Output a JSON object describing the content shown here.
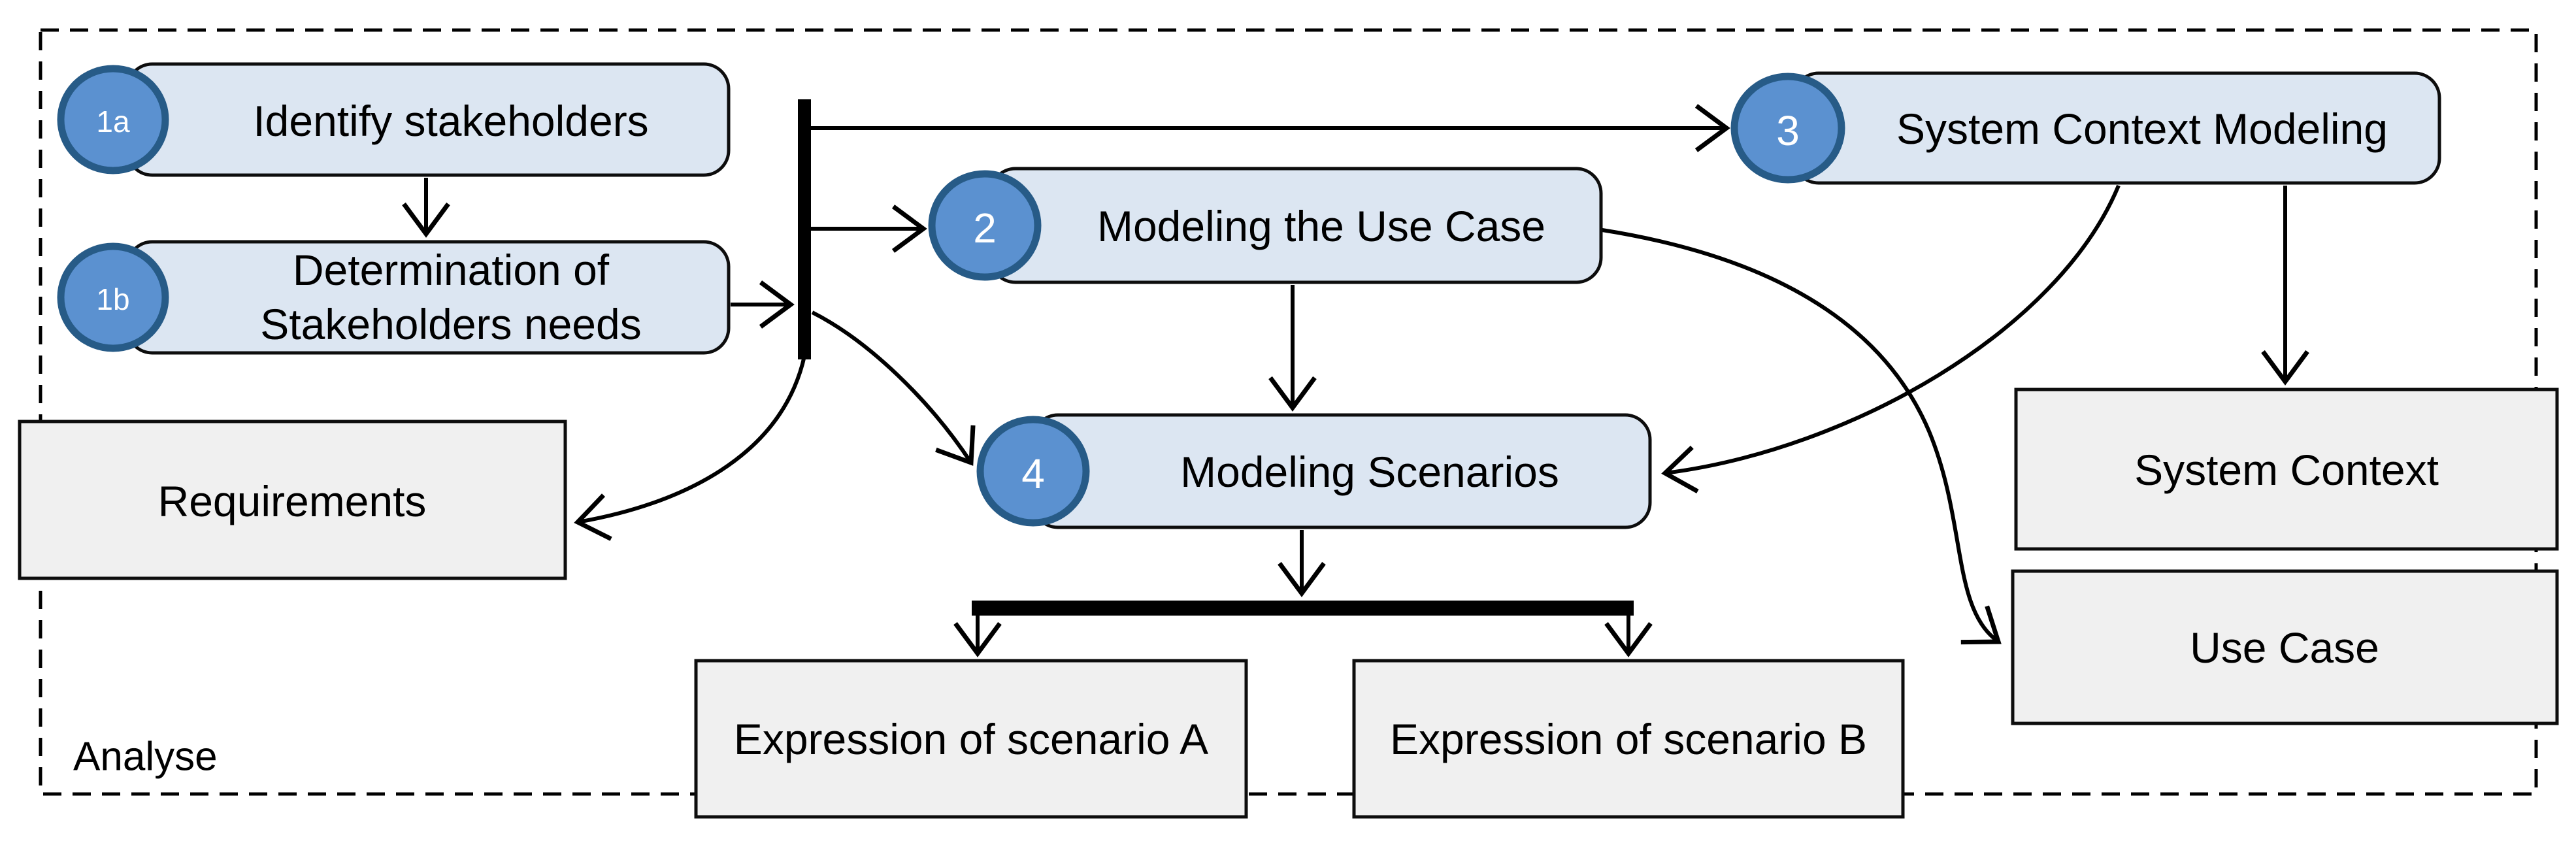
{
  "diagram": {
    "region_label": "Analyse",
    "steps": [
      {
        "id": "1a",
        "label": "Identify stakeholders"
      },
      {
        "id": "1b",
        "label_line1": "Determination of",
        "label_line2": "Stakeholders needs"
      },
      {
        "id": "2",
        "label": "Modeling the Use Case"
      },
      {
        "id": "3",
        "label": "System Context Modeling"
      },
      {
        "id": "4",
        "label": "Modeling Scenarios"
      }
    ],
    "artifacts": [
      {
        "id": "requirements",
        "label": "Requirements"
      },
      {
        "id": "system-context",
        "label": "System Context"
      },
      {
        "id": "use-case",
        "label": "Use Case"
      },
      {
        "id": "expression-a",
        "label": "Expression of scenario A"
      },
      {
        "id": "expression-b",
        "label": "Expression of scenario B"
      }
    ],
    "colors": {
      "step_fill": "#dce6f2",
      "step_border": "#0d0d0d",
      "badge_fill": "#5b91d0",
      "badge_border": "#275b87",
      "badge_text": "#ffffff",
      "artifact_fill": "#f0f0f0",
      "artifact_border": "#0d0d0d",
      "connector": "#000000",
      "text": "#000000",
      "background": "#ffffff"
    }
  }
}
